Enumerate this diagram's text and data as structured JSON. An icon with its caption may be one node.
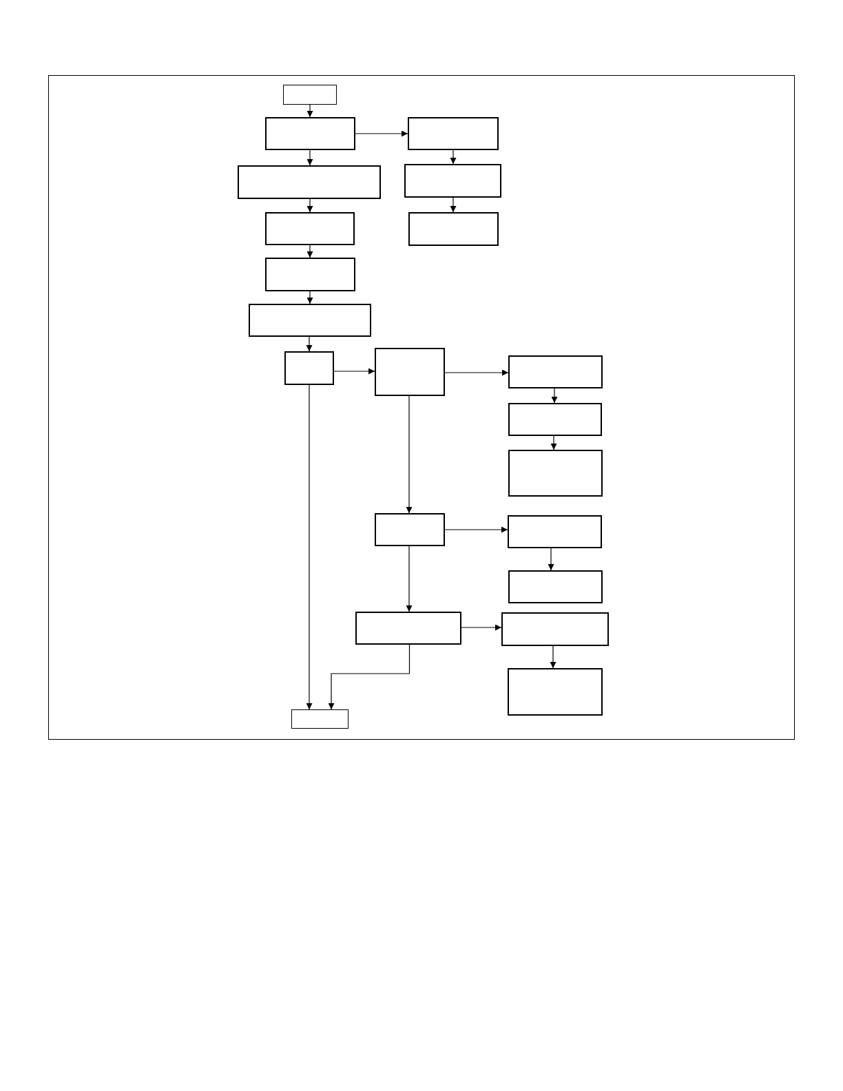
{
  "diagram": {
    "nodes": [
      {
        "text": [],
        "shape": "box"
      },
      {
        "text": [],
        "shape": "box"
      },
      {
        "text": [],
        "shape": "box"
      },
      {
        "text": [],
        "shape": "box"
      },
      {
        "text": [],
        "shape": "box"
      },
      {
        "text": [],
        "shape": "box"
      },
      {
        "text": [],
        "shape": "box"
      },
      {
        "text": [],
        "shape": "box"
      },
      {
        "text": [],
        "shape": "box"
      },
      {
        "text": [],
        "shape": "box"
      },
      {
        "text": [],
        "shape": "box"
      },
      {
        "text": [],
        "shape": "box"
      },
      {
        "text": [],
        "shape": "box"
      },
      {
        "text": [],
        "shape": "box"
      },
      {
        "text": [],
        "shape": "box"
      },
      {
        "text": [],
        "shape": "box"
      },
      {
        "text": [],
        "shape": "box"
      },
      {
        "text": [],
        "shape": "box"
      },
      {
        "text": [],
        "shape": "box"
      },
      {
        "text": [],
        "shape": "box"
      },
      {
        "text": [],
        "shape": "box"
      }
    ],
    "edges": [
      {
        "from": 0,
        "to": 1,
        "arrow": "to"
      },
      {
        "from": 1,
        "to": 2,
        "arrow": "to"
      },
      {
        "from": 1,
        "to": 3,
        "arrow": "to"
      },
      {
        "from": 2,
        "to": 4,
        "arrow": "to"
      },
      {
        "from": 3,
        "to": 5,
        "arrow": "to"
      },
      {
        "from": 4,
        "to": 6,
        "arrow": "to"
      },
      {
        "from": 5,
        "to": 7,
        "arrow": "to"
      },
      {
        "from": 7,
        "to": 8,
        "arrow": "to"
      },
      {
        "from": 8,
        "to": 9,
        "arrow": "to"
      },
      {
        "from": 9,
        "to": 10,
        "arrow": "to"
      },
      {
        "from": 9,
        "to": 20,
        "arrow": "to"
      },
      {
        "from": 10,
        "to": 11,
        "arrow": "to"
      },
      {
        "from": 10,
        "to": 14,
        "arrow": "to"
      },
      {
        "from": 11,
        "to": 12,
        "arrow": "to"
      },
      {
        "from": 12,
        "to": 13,
        "arrow": "to"
      },
      {
        "from": 14,
        "to": 15,
        "arrow": "to"
      },
      {
        "from": 14,
        "to": 17,
        "arrow": "to"
      },
      {
        "from": 15,
        "to": 16,
        "arrow": "to"
      },
      {
        "from": 17,
        "to": 18,
        "arrow": "to"
      },
      {
        "from": 17,
        "to": 20,
        "arrow": "to"
      },
      {
        "from": 18,
        "to": 19,
        "arrow": "to"
      }
    ]
  }
}
